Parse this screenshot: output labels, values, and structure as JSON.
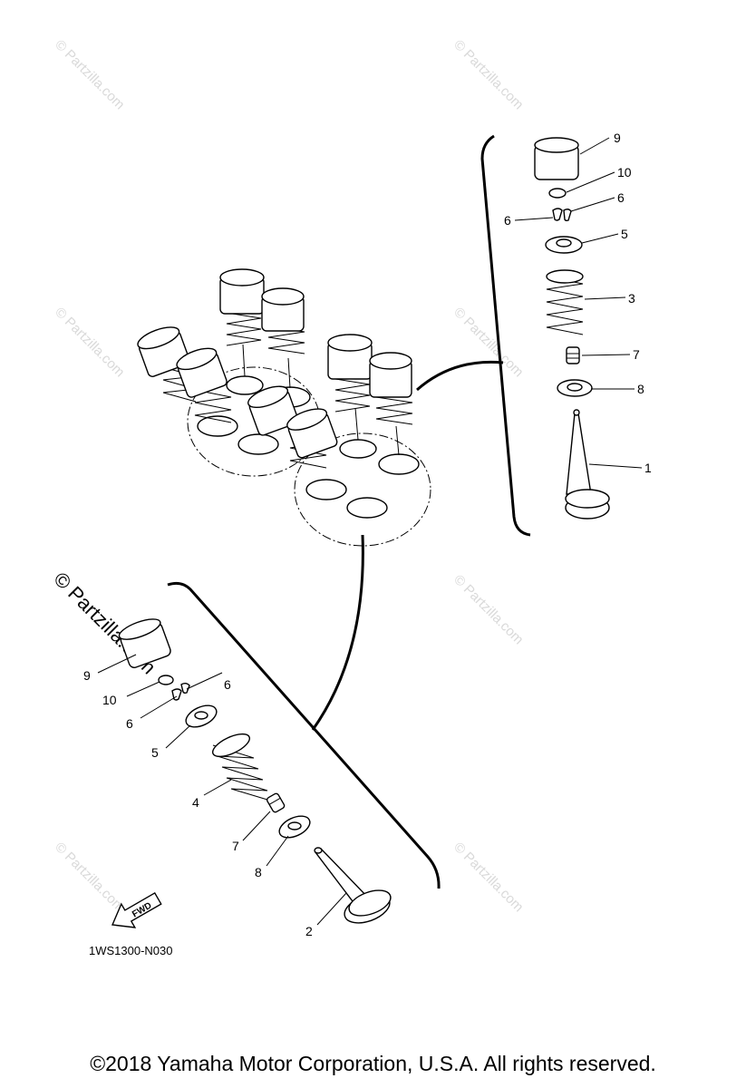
{
  "watermark": "© Partzilla.com",
  "diagram_code": "1WS1300-N030",
  "fwd_label": "FWD",
  "copyright": "©2018  Yamaha Motor Corporation, U.S.A. All rights reserved.",
  "callouts_right": {
    "c9": "9",
    "c10": "10",
    "c6a": "6",
    "c6b": "6",
    "c5": "5",
    "c3": "3",
    "c7": "7",
    "c8": "8",
    "c1": "1"
  },
  "callouts_left": {
    "c9": "9",
    "c10": "10",
    "c6a": "6",
    "c6b": "6",
    "c5": "5",
    "c4": "4",
    "c7": "7",
    "c8": "8",
    "c2": "2"
  }
}
